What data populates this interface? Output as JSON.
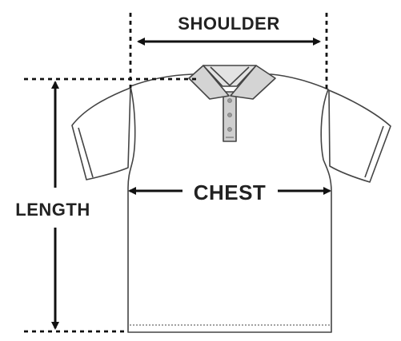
{
  "diagram": {
    "labels": {
      "shoulder": "SHOULDER",
      "chest": "CHEST",
      "length": "LENGTH"
    },
    "colors": {
      "outline": "#444444",
      "fill": "#ffffff",
      "collar_fill": "#d4d4d4",
      "placket_fill": "#cfcfcf",
      "measure": "#111111",
      "text": "#222222"
    }
  }
}
